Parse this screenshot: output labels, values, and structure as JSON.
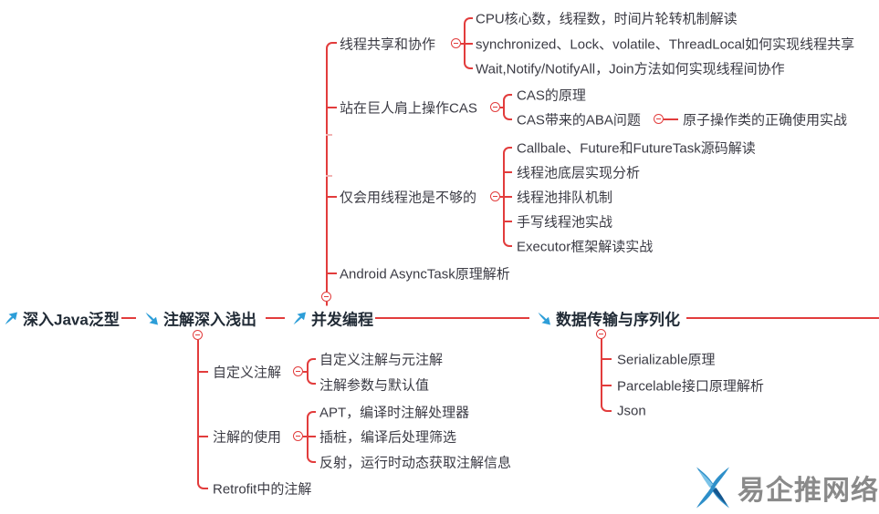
{
  "colors": {
    "connector_red": "#e23c3c",
    "main_topic_text": "#212b36",
    "child_topic_text": "#3b3b44",
    "topic_arrow_blue": "#2d9ed8",
    "watermark_gray": "#8a8a8a"
  },
  "icons": {
    "main_topic_up": "arrow-up-right-icon",
    "main_topic_down": "arrow-down-right-icon",
    "collapse": "minus-circle-icon",
    "watermark_logo": "pinwheel-x-logo"
  },
  "map": {
    "main": [
      {
        "label": "深入Java泛型",
        "icon": "arrow-up-right-icon"
      },
      {
        "label": "注解深入浅出",
        "icon": "arrow-down-right-icon"
      },
      {
        "label": "并发编程",
        "icon": "arrow-up-right-icon"
      },
      {
        "label": "数据传输与序列化",
        "icon": "arrow-down-right-icon"
      }
    ],
    "concurrency": {
      "thread_share": {
        "label": "线程共享和协作",
        "children": [
          "CPU核心数，线程数，时间片轮转机制解读",
          "synchronized、Lock、volatile、ThreadLocal如何实现线程共享",
          "Wait,Notify/NotifyAll，Join方法如何实现线程间协作"
        ]
      },
      "cas": {
        "label": "站在巨人肩上操作CAS",
        "children": [
          "CAS的原理",
          "CAS带来的ABA问题"
        ],
        "aba_child": "原子操作类的正确使用实战"
      },
      "thread_pool": {
        "label": "仅会用线程池是不够的",
        "children": [
          "Callbale、Future和FutureTask源码解读",
          "线程池底层实现分析",
          "线程池排队机制",
          "手写线程池实战",
          "Executor框架解读实战"
        ]
      },
      "asynctask": "Android AsyncTask原理解析"
    },
    "annotations": {
      "custom": {
        "label": "自定义注解",
        "children": [
          "自定义注解与元注解",
          "注解参数与默认值"
        ]
      },
      "usage": {
        "label": "注解的使用",
        "children": [
          "APT，编译时注解处理器",
          "插桩，编译后处理筛选",
          "反射，运行时动态获取注解信息"
        ]
      },
      "retrofit": "Retrofit中的注解"
    },
    "serialization": {
      "children": [
        "Serializable原理",
        "Parcelable接口原理解析",
        "Json"
      ]
    }
  },
  "watermark": {
    "text": "易企推网络"
  }
}
